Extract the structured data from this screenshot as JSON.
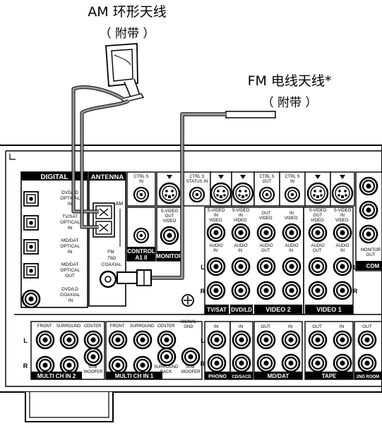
{
  "captions": {
    "am_title": "AM 环形天线",
    "am_sub": "（ 附带 ）",
    "fm_title": "FM 电线天线*",
    "fm_sub": "（ 附带 ）"
  },
  "panel": {
    "digital": "DIGITAL",
    "antenna": "ANTENNA",
    "dvd_optical": [
      "DVD/LD",
      "OPTICAL",
      "IN"
    ],
    "tvsat_optical": [
      "TV/SAT",
      "OPTICAL",
      "IN"
    ],
    "mddat_optical_in": [
      "MD/DAT",
      "OPTICAL",
      "IN"
    ],
    "mddat_optical_out": [
      "MD/DAT",
      "OPTICAL",
      "OUT"
    ],
    "dvd_coaxial": [
      "DVD/LD",
      "COAXIAL",
      "IN"
    ],
    "am": "AM",
    "fm": "FM",
    "ohm": "75Ω",
    "coaxial": "COAXIAL",
    "ctrl_s_in": [
      "CTRL S",
      "IN"
    ],
    "ctrl_s_status": [
      "CTRL S",
      "STATUS IN"
    ],
    "ctrl_s_out": [
      "CTRL S",
      "OUT"
    ],
    "svideo_out_video": [
      "S-VIDEO",
      "OUT",
      "VIDEO"
    ],
    "svideo_in_video": [
      "S-VIDEO",
      "IN",
      "VIDEO"
    ],
    "out_video": [
      "OUT",
      "VIDEO"
    ],
    "in_video": [
      "IN",
      "VIDEO"
    ],
    "audio_in": [
      "AUDIO",
      "IN"
    ],
    "audio_out": [
      "AUDIO",
      "OUT"
    ],
    "control_a": [
      "CONTROL",
      "A1 II"
    ],
    "monitor": "MONITOR",
    "monitor_out": [
      "MONITOR",
      "OUT"
    ],
    "com": "COM",
    "tvsat": "TV/SAT",
    "dvdld": "DVD/LD",
    "video2": "VIDEO 2",
    "video1": "VIDEO 1",
    "L": "L",
    "R": "R",
    "front": "FRONT",
    "surround": "SURROUND",
    "center": "CENTER",
    "sub_woofer": [
      "SUB",
      "WOOFER"
    ],
    "surround_back": [
      "SURROUND",
      "BACK"
    ],
    "multi_ch_in_2": "MULTI CH IN 2",
    "multi_ch_in_1": "MULTI CH IN 1",
    "signal_gnd": [
      "SIGNAL",
      "GND"
    ],
    "in": "IN",
    "out": "OUT",
    "phono": "PHONO",
    "cdsacd": "CD/SACD",
    "mddat": "MD/DAT",
    "tape": "TAPE",
    "room2": "2ND ROOM"
  }
}
